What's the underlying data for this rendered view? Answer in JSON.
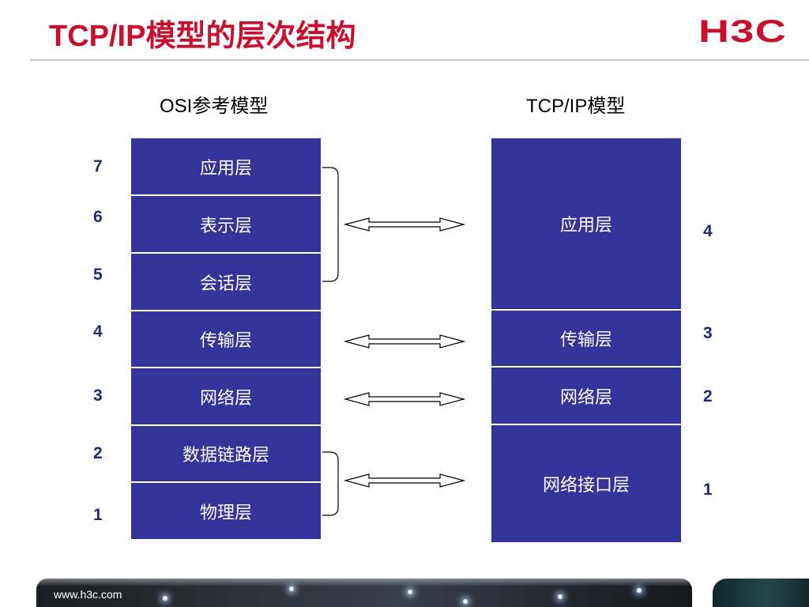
{
  "header": {
    "title": "TCP/IP模型的层次结构",
    "logo": "H3C"
  },
  "osi": {
    "heading": "OSI参考模型",
    "layers": [
      {
        "name": "应用层",
        "number": "7"
      },
      {
        "name": "表示层",
        "number": "6"
      },
      {
        "name": "会话层",
        "number": "5"
      },
      {
        "name": "传输层",
        "number": "4"
      },
      {
        "name": "网络层",
        "number": "3"
      },
      {
        "name": "数据链路层",
        "number": "2"
      },
      {
        "name": "物理层",
        "number": "1"
      }
    ]
  },
  "tcpip": {
    "heading": "TCP/IP模型",
    "layers": [
      {
        "name": "应用层",
        "number": "4"
      },
      {
        "name": "传输层",
        "number": "3"
      },
      {
        "name": "网络层",
        "number": "2"
      },
      {
        "name": "网络接口层",
        "number": "1"
      }
    ]
  },
  "footer": {
    "url": "www.h3c.com"
  },
  "colors": {
    "title": "#c8102e",
    "layer_fill": "#333399",
    "number": "#1f2a7a"
  }
}
